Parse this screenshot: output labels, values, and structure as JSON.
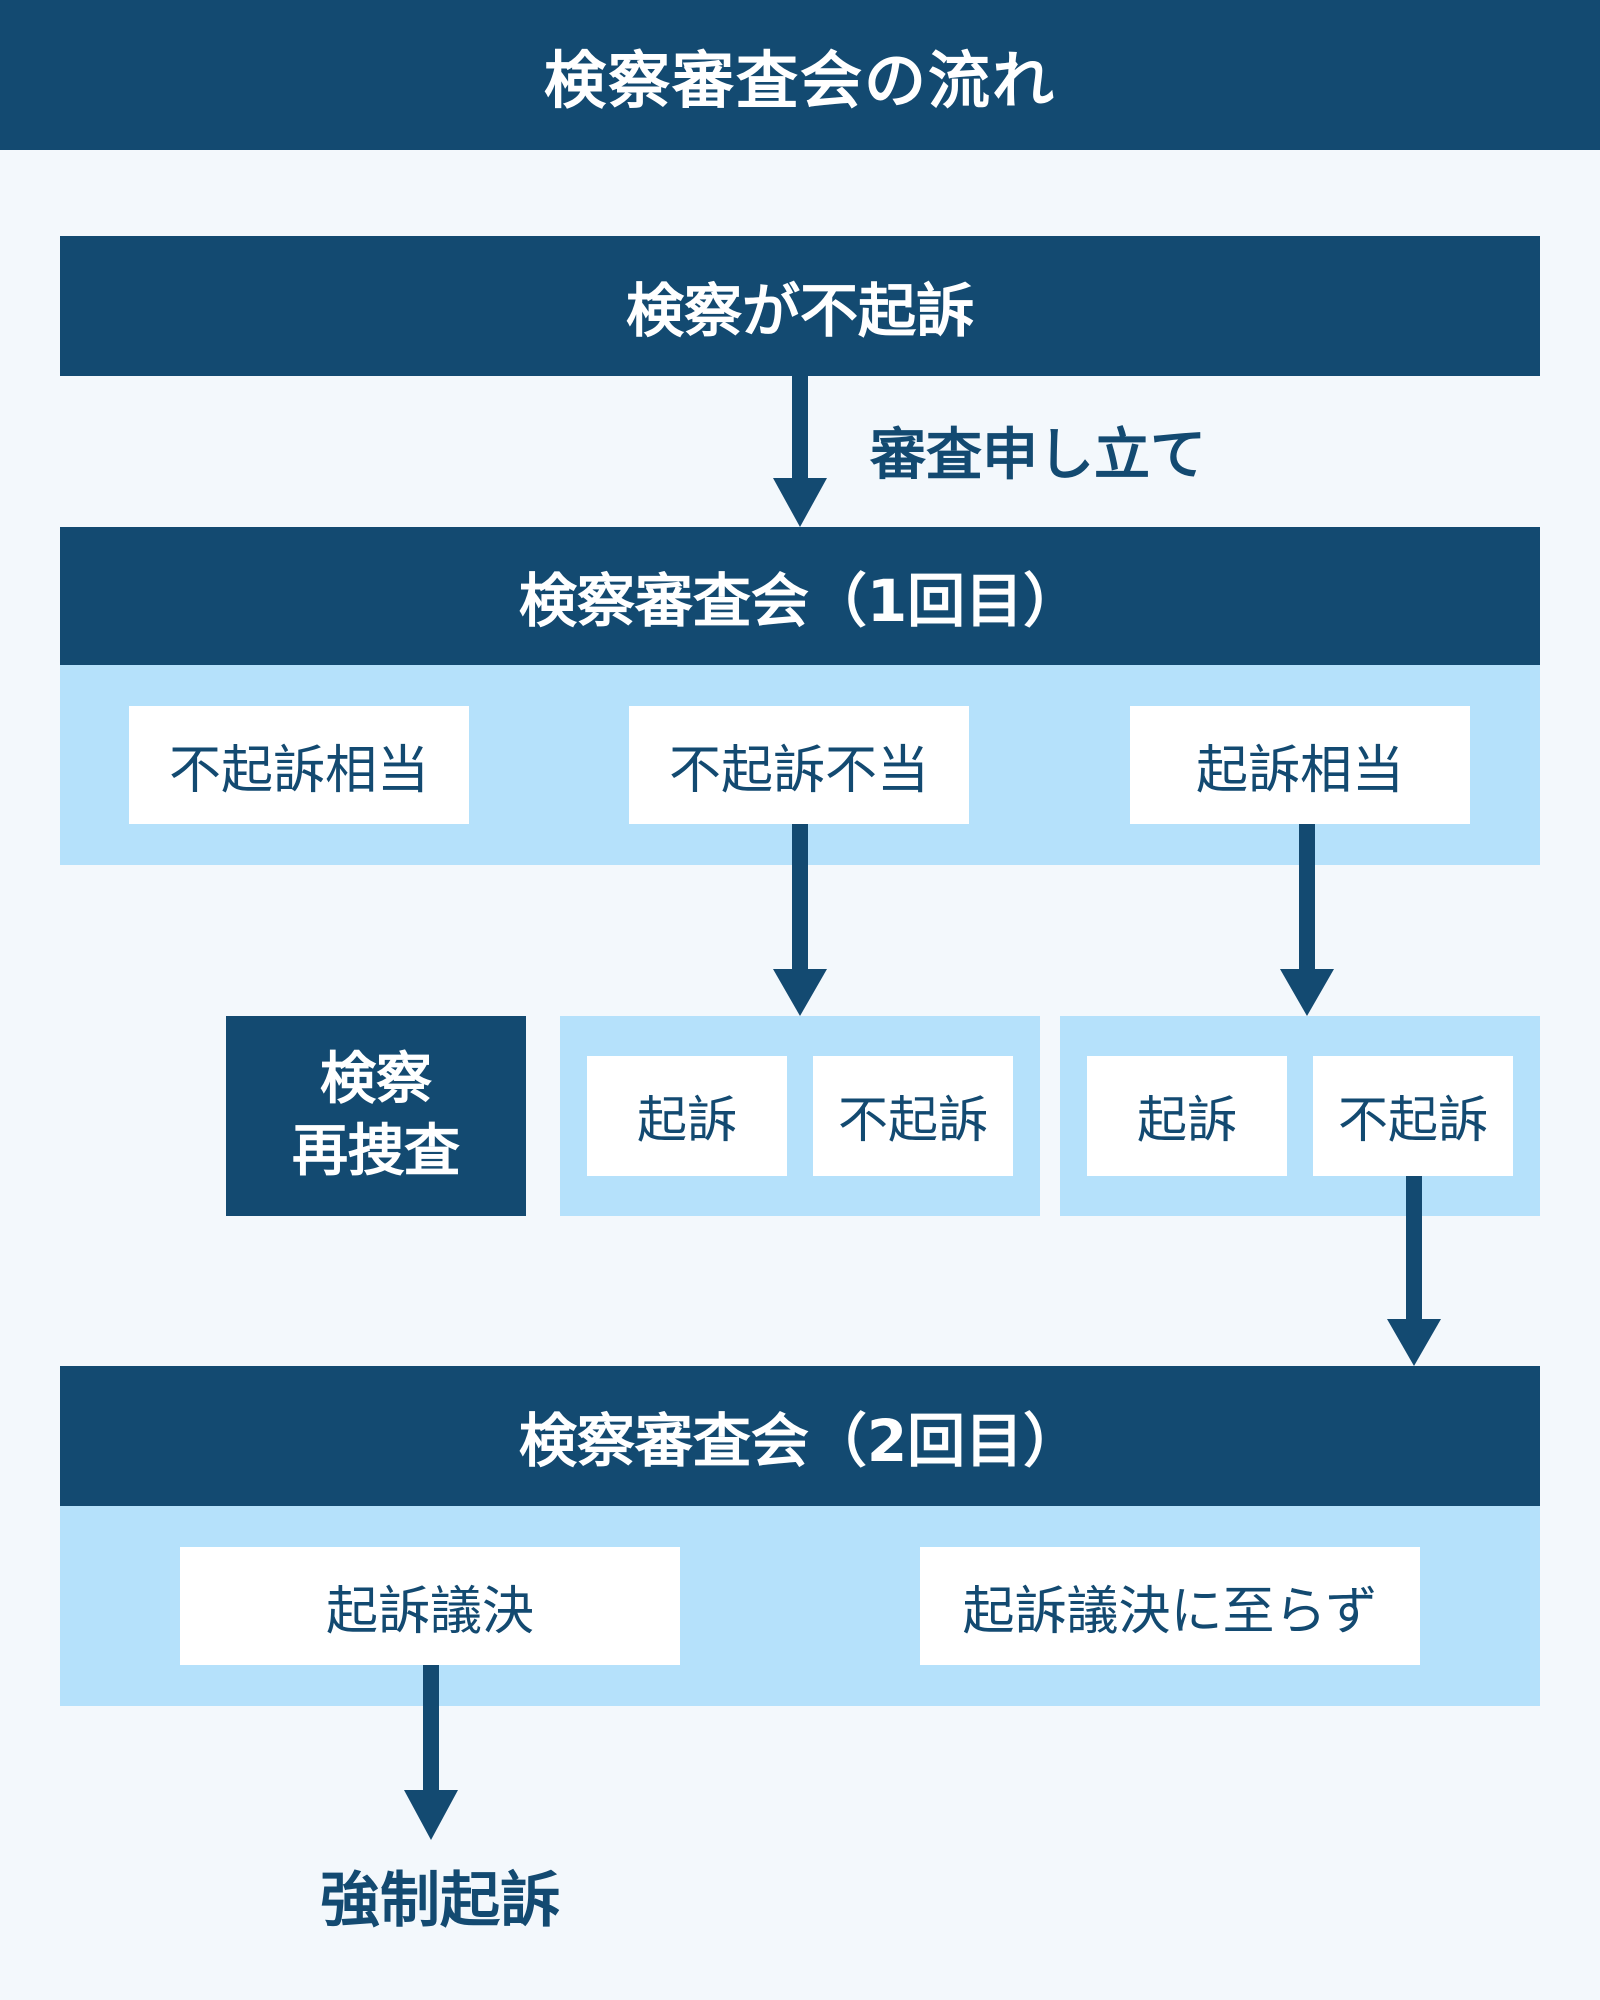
{
  "title": "検察審査会の流れ",
  "step1": "検察が不起訴",
  "petition_label": "審査申し立て",
  "review1": {
    "header": "検察審査会（1回目）",
    "options": [
      "不起訴相当",
      "不起訴不当",
      "起訴相当"
    ]
  },
  "reinvestigation": {
    "line1": "検察",
    "line2": "再捜査"
  },
  "after_unjust": [
    "起訴",
    "不起訴"
  ],
  "after_prosecute": [
    "起訴",
    "不起訴"
  ],
  "review2": {
    "header": "検察審査会（2回目）",
    "options": [
      "起訴議決",
      "起訴議決に至らず"
    ]
  },
  "final_result": "強制起訴",
  "colors": {
    "navy": "#134a71",
    "light_blue": "#b5e1fb",
    "background": "#f3f8fc",
    "white": "#ffffff"
  }
}
